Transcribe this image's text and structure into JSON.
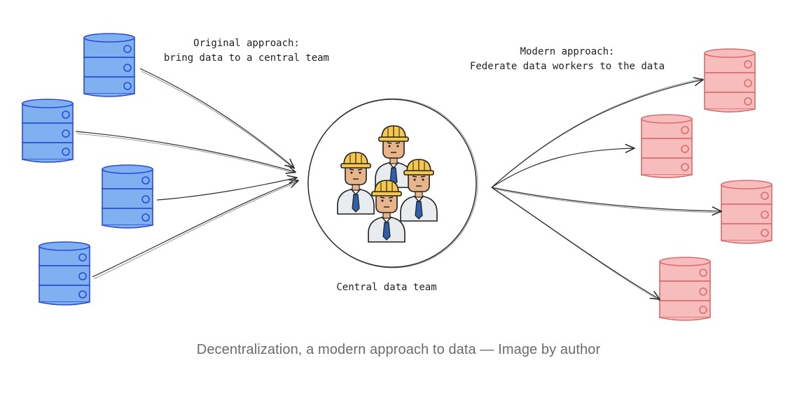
{
  "labels": {
    "original_line1": "Original approach:",
    "original_line2": "bring data to a central team",
    "modern_line1": "Modern approach:",
    "modern_line2": "Federate data workers to the data",
    "center": "Central data team"
  },
  "caption": "Decentralization, a modern approach to data — Image by author",
  "colors": {
    "blue_fill": "#7fb0f0",
    "blue_stroke": "#2a4bd8",
    "red_fill": "#f7bdbd",
    "red_stroke": "#d96c6c",
    "helmet": "#f5c84b",
    "skin": "#e8b48a",
    "shirt": "#e8ecef",
    "tie": "#2f5fa8"
  },
  "icons": {
    "left_cylinders": "database-icon",
    "right_cylinders": "database-icon",
    "center": "workers-icon"
  }
}
